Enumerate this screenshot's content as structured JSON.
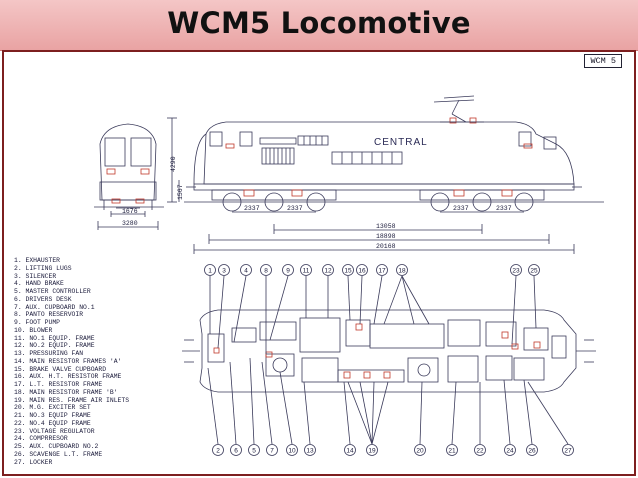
{
  "header": {
    "title": "WCM5 Locomotive"
  },
  "drawing": {
    "sheet_tag": "WCM 5",
    "body_text": "CENTRAL",
    "dimensions": {
      "height": "4290",
      "height2": "1567",
      "end_width1": "1676",
      "end_width2": "3280",
      "axle1": "2337",
      "axle2": "2337",
      "axle3": "2337",
      "axle4": "2337",
      "len1": "13058",
      "len2": "18898",
      "len3": "20168"
    },
    "callouts_top": [
      "1",
      "3",
      "4",
      "8",
      "9",
      "11",
      "12",
      "15",
      "16",
      "17",
      "18",
      "23",
      "25"
    ],
    "callouts_bottom": [
      "2",
      "6",
      "5",
      "7",
      "10",
      "13",
      "14",
      "19",
      "20",
      "21",
      "22",
      "24",
      "26",
      "27"
    ],
    "legend": [
      "1. EXHAUSTER",
      "2. LIFTING LUGS",
      "3. SILENCER",
      "4. HAND BRAKE",
      "5. MASTER CONTROLLER",
      "6. DRIVERS DESK",
      "7. AUX. CUPBOARD NO.1",
      "8. PANTO RESERVOIR",
      "9. FOOT PUMP",
      "10. BLOWER",
      "11. NO.1 EQUIP. FRAME",
      "12. NO.2 EQUIP. FRAME",
      "13. PRESSURING FAN",
      "14. MAIN RESISTOR FRAMES 'A'",
      "15. BRAKE VALVE CUPBOARD",
      "16. AUX. H.T. RESISTOR FRAME",
      "17. L.T. RESISTOR FRAME",
      "18. MAIN RESISTOR FRAME 'B'",
      "19. MAIN RES. FRAME AIR INLETS",
      "20. M.G. EXCITER SET",
      "21. NO.3 EQUIP FRAME",
      "22. NO.4 EQUIP FRAME",
      "23. VOLTAGE REGULATOR",
      "24. COMPRRESOR",
      "25. AUX. CUPBOARD NO.2",
      "26. SCAVENGE L.T. FRAME",
      "27. LOCKER"
    ]
  }
}
